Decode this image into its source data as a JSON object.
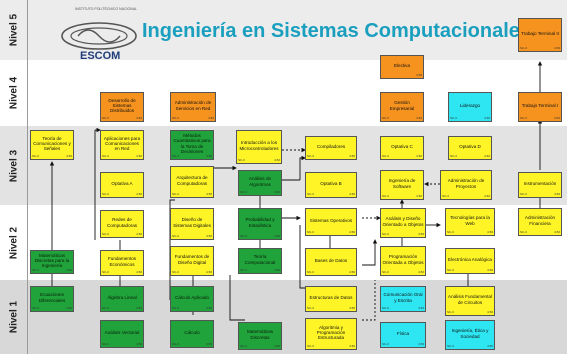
{
  "header": {
    "institution": "INSTITUTO POLITÉCNICO NACIONAL",
    "title": "Ingeniería en Sistemas Computacionales",
    "school": "ESCOM"
  },
  "levels": [
    "Nivel 5",
    "Nivel 4",
    "Nivel 3",
    "Nivel 2",
    "Nivel 1"
  ],
  "courses": {
    "trabajo_terminal_2": "Trabajo Terminal II",
    "electiva": "Electiva",
    "desarrollo_sistemas_distribuidos": "Desarrollo de Sistemas Distribuidos",
    "administracion_servicios_red": "Administración de Servicios en Red",
    "gestion_empresarial": "Gestión Empresarial",
    "liderazgo": "Liderazgo",
    "trabajo_terminal_1": "Trabajo Terminal I",
    "teoria_comunicaciones": "Teoría de Comunicaciones y Señales",
    "aplicaciones_comunicaciones_red": "Aplicaciones para Comunicaciones en Red",
    "metodos_cuantitativos": "Métodos Cuantitativos para la Toma de Decisiones",
    "intro_microcontroladores": "Introducción a los Microcontroladores",
    "compiladores": "Compiladores",
    "optativa_c": "Optativa C",
    "optativa_d": "Optativa D",
    "optativa_a": "Optativa A",
    "arquitectura_computadoras": "Arquitectura de Computadoras",
    "analisis_algoritmos": "Análisis de Algoritmos",
    "optativa_b": "Optativa B",
    "ingenieria_software": "Ingeniería de Software",
    "administracion_proyectos": "Administración de Proyectos",
    "instrumentacion": "Instrumentación",
    "redes_computadoras": "Redes de Computadoras",
    "diseno_sistemas_digitales": "Diseño de Sistemas Digitales",
    "probabilidad_estadistica": "Probabilidad y Estadística",
    "sistemas_operativos": "Sistemas Operativos",
    "analisis_diseno_objetos": "Análisis y Diseño Orientado a Objetos",
    "tecnologias_web": "Tecnologías para la Web",
    "administracion_financiera": "Administración Financiera",
    "matematicas_discretas_ing": "Matemáticas Discretas para la Ingeniería",
    "fundamentos_economicos": "Fundamentos Económicos",
    "fundamentos_diseno_digital": "Fundamentos de Diseño Digital",
    "teoria_computacional": "Teoría Computacional",
    "bases_datos": "Bases de Datos",
    "programacion_objetos": "Programación Orientada a Objetos",
    "electronica_analogica": "Electrónica Analógica",
    "ecuaciones_diferenciales": "Ecuaciones Diferenciales",
    "algebra_lineal": "Álgebra Lineal",
    "calculo_aplicado": "Cálculo Aplicado",
    "estructuras_datos": "Estructuras de Datos",
    "comunicacion_oral_escrita": "Comunicación Oral y Escrita",
    "analisis_fundamental_circuitos": "Análisis Fundamental de Circuitos",
    "analisis_vectorial": "Análisis Vectorial",
    "calculo": "Cálculo",
    "matematicas_discretas": "Matemáticas Discretas",
    "algoritmia_programacion": "Algoritmia y Programación Estructurada",
    "fisica": "Física",
    "ingenieria_etica_sociedad": "Ingeniería, Ética y Sociedad"
  },
  "footer_left": "SC-3",
  "footer_right": "4.50",
  "colors": {
    "basic_science": "#1fa33a",
    "core": "#fff526",
    "professional": "#f6921e",
    "humanities": "#2ee6f2",
    "title": "#1a9fbf"
  }
}
